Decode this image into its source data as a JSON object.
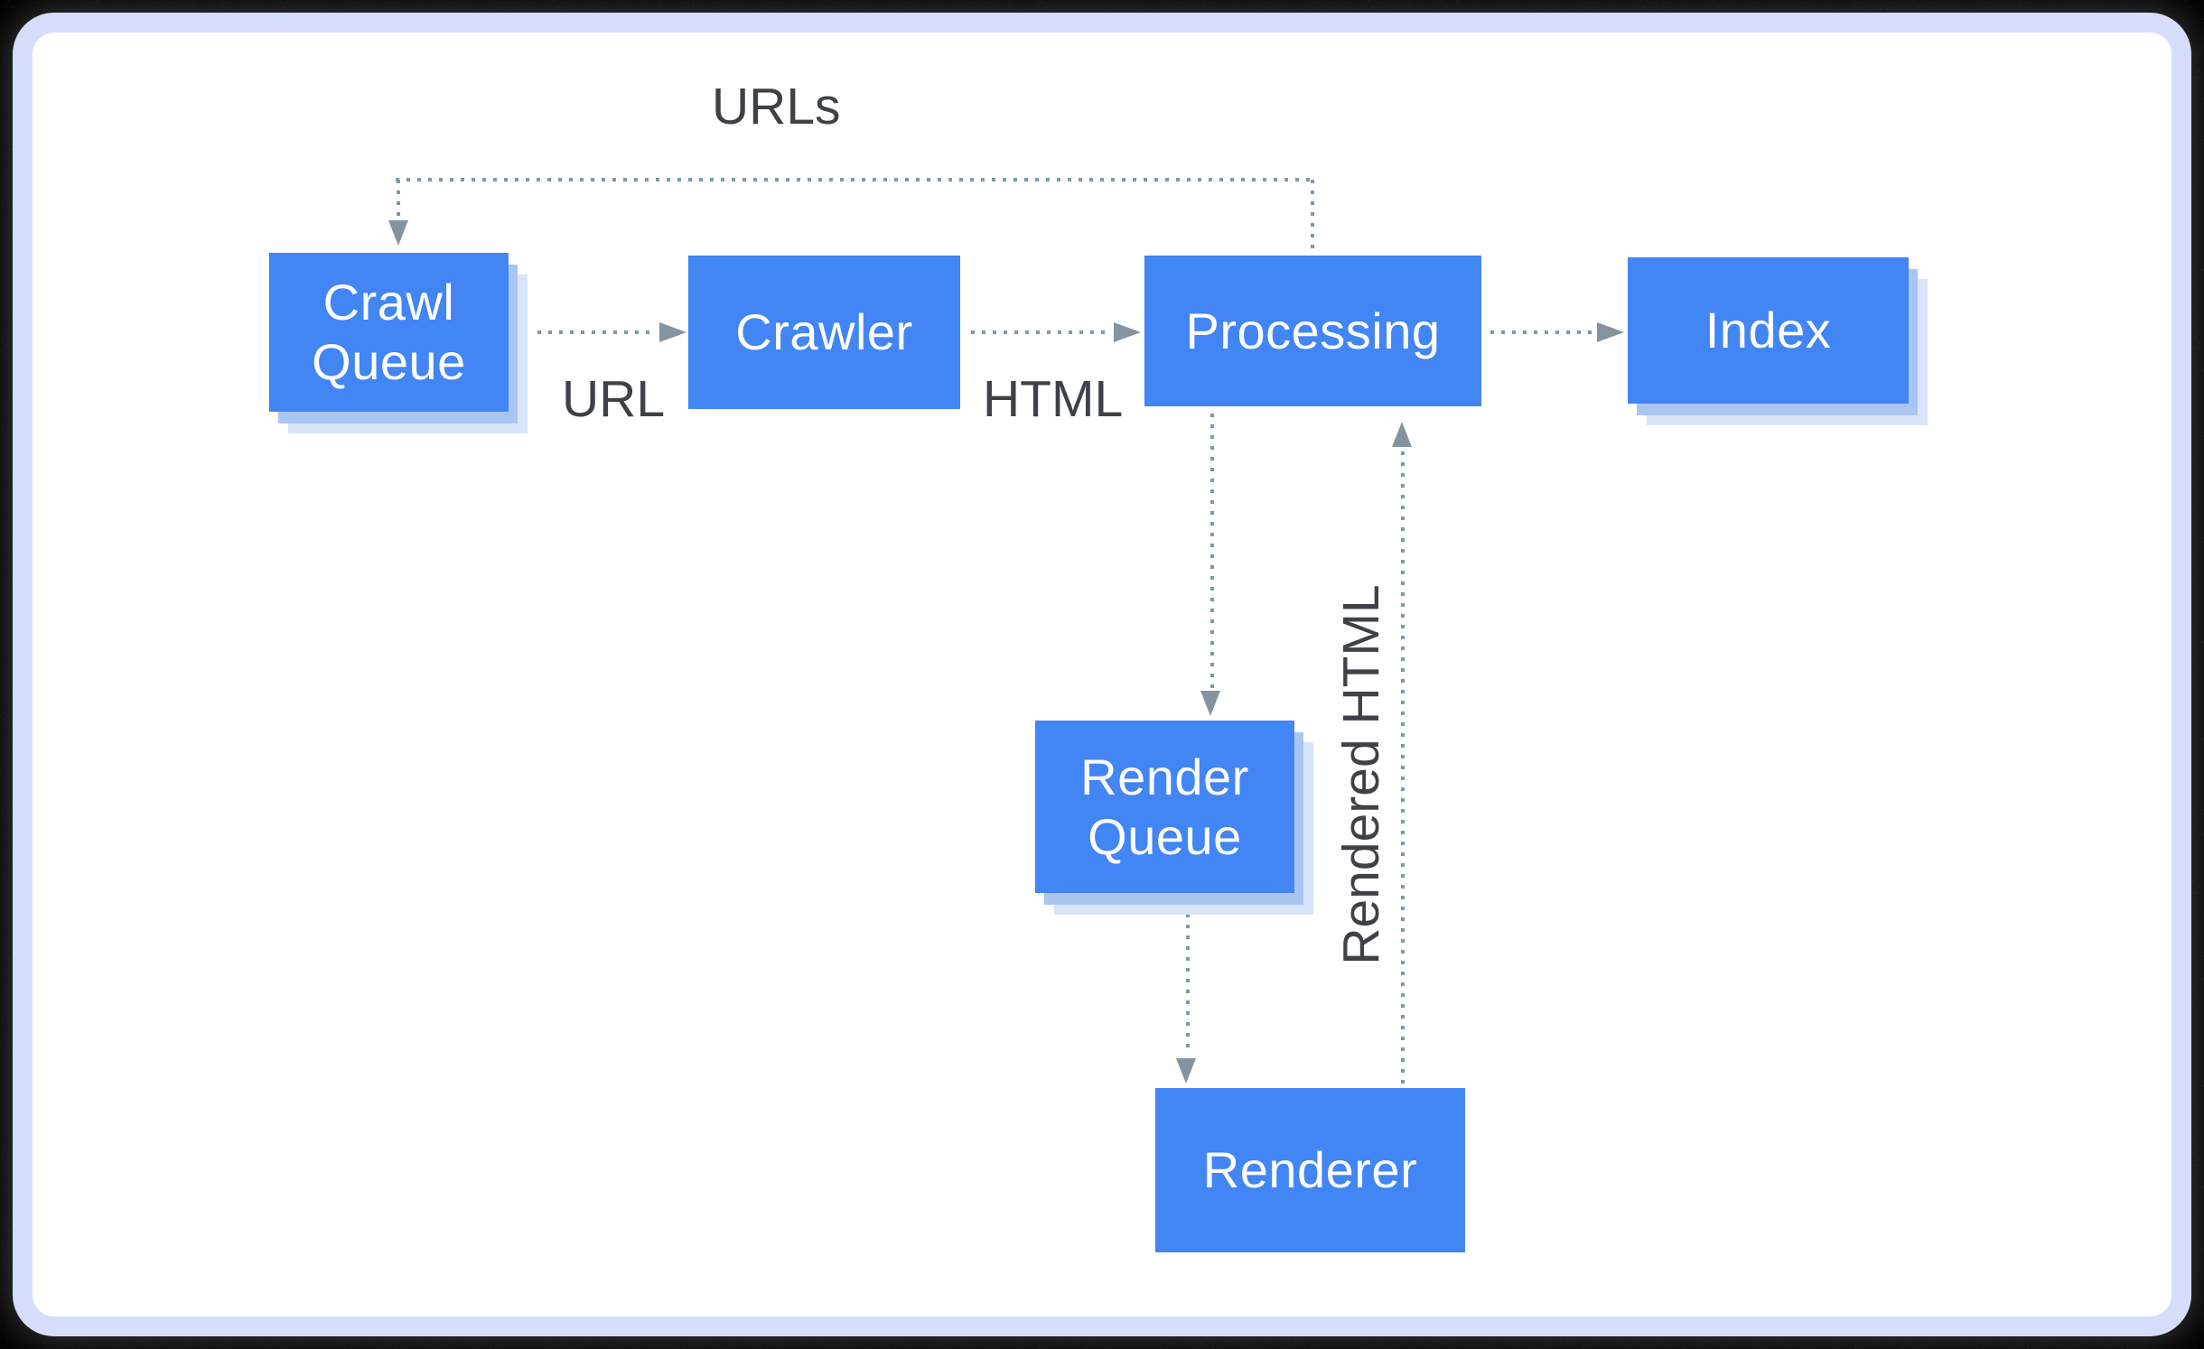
{
  "diagram": {
    "nodes": {
      "crawl_queue": {
        "label": "Crawl\nQueue",
        "stacked": true
      },
      "crawler": {
        "label": "Crawler",
        "stacked": false
      },
      "processing": {
        "label": "Processing",
        "stacked": false
      },
      "index": {
        "label": "Index",
        "stacked": true
      },
      "render_queue": {
        "label": "Render\nQueue",
        "stacked": true
      },
      "renderer": {
        "label": "Renderer",
        "stacked": false
      }
    },
    "edge_labels": {
      "urls": "URLs",
      "url": "URL",
      "html": "HTML",
      "rendered_html": "Rendered HTML"
    },
    "edges": [
      {
        "from": "Processing",
        "to": "Crawl Queue",
        "label": "URLs",
        "style": "dotted"
      },
      {
        "from": "Crawl Queue",
        "to": "Crawler",
        "label": "URL",
        "style": "dotted"
      },
      {
        "from": "Crawler",
        "to": "Processing",
        "label": "HTML",
        "style": "dotted"
      },
      {
        "from": "Processing",
        "to": "Index",
        "label": "",
        "style": "dotted"
      },
      {
        "from": "Processing",
        "to": "Render Queue",
        "label": "",
        "style": "dotted"
      },
      {
        "from": "Render Queue",
        "to": "Renderer",
        "label": "",
        "style": "dotted"
      },
      {
        "from": "Renderer",
        "to": "Processing",
        "label": "Rendered HTML",
        "style": "dotted"
      }
    ],
    "colors": {
      "node_fill": "#4285f4",
      "node_text": "#ffffff",
      "stack_shadow_inner": "#abc5f2",
      "stack_shadow_outer": "#d8e4fa",
      "connector": "#7d99a8",
      "arrowhead": "#8394a0",
      "edge_label_text": "#3e4246",
      "card_border": "#d6ddfb",
      "card_background": "#ffffff",
      "page_background": "#000000"
    }
  }
}
